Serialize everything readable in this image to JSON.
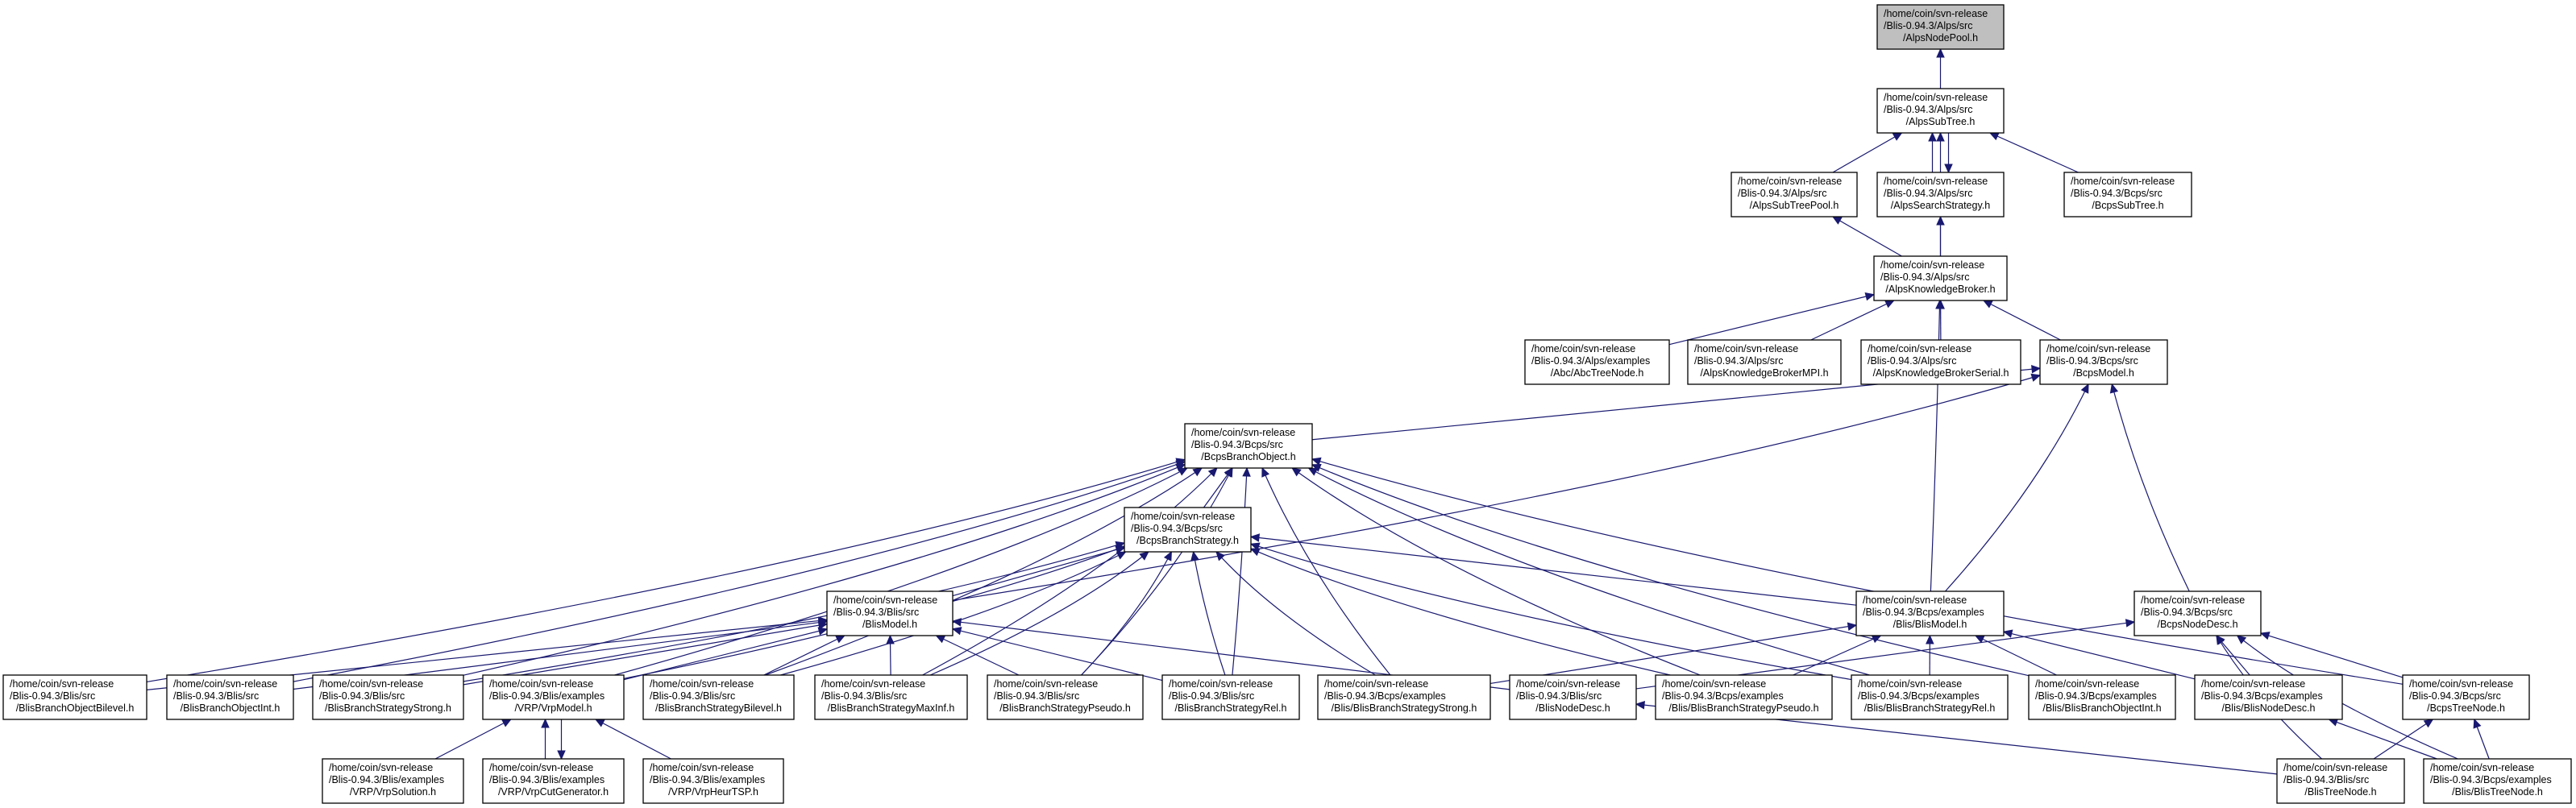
{
  "title": "Include dependency graph for AlpsNodePool.h",
  "arrow_color": "#191970",
  "root_fill": "#bfbfbf",
  "nodes": [
    {
      "id": "AlpsNodePool",
      "lines": [
        "/home/coin/svn-release",
        "/Blis-0.94.3/Alps/src",
        "/AlpsNodePool.h"
      ],
      "root": true
    },
    {
      "id": "AlpsSubTree",
      "lines": [
        "/home/coin/svn-release",
        "/Blis-0.94.3/Alps/src",
        "/AlpsSubTree.h"
      ]
    },
    {
      "id": "AlpsSubTreePool",
      "lines": [
        "/home/coin/svn-release",
        "/Blis-0.94.3/Alps/src",
        "/AlpsSubTreePool.h"
      ]
    },
    {
      "id": "AlpsSearchStrategy",
      "lines": [
        "/home/coin/svn-release",
        "/Blis-0.94.3/Alps/src",
        "/AlpsSearchStrategy.h"
      ]
    },
    {
      "id": "BcpsSubTree",
      "lines": [
        "/home/coin/svn-release",
        "/Blis-0.94.3/Bcps/src",
        "/BcpsSubTree.h"
      ]
    },
    {
      "id": "AlpsKnowledgeBroker",
      "lines": [
        "/home/coin/svn-release",
        "/Blis-0.94.3/Alps/src",
        "/AlpsKnowledgeBroker.h"
      ]
    },
    {
      "id": "AbcTreeNode",
      "lines": [
        "/home/coin/svn-release",
        "/Blis-0.94.3/Alps/examples",
        "/Abc/AbcTreeNode.h"
      ]
    },
    {
      "id": "AlpsKnowledgeBrokerMPI",
      "lines": [
        "/home/coin/svn-release",
        "/Blis-0.94.3/Alps/src",
        "/AlpsKnowledgeBrokerMPI.h"
      ]
    },
    {
      "id": "AlpsKnowledgeBrokerSerial",
      "lines": [
        "/home/coin/svn-release",
        "/Blis-0.94.3/Alps/src",
        "/AlpsKnowledgeBrokerSerial.h"
      ]
    },
    {
      "id": "BcpsModel",
      "lines": [
        "/home/coin/svn-release",
        "/Blis-0.94.3/Bcps/src",
        "/BcpsModel.h"
      ]
    },
    {
      "id": "BcpsBranchObject",
      "lines": [
        "/home/coin/svn-release",
        "/Blis-0.94.3/Bcps/src",
        "/BcpsBranchObject.h"
      ]
    },
    {
      "id": "BcpsBranchStrategy",
      "lines": [
        "/home/coin/svn-release",
        "/Blis-0.94.3/Bcps/src",
        "/BcpsBranchStrategy.h"
      ]
    },
    {
      "id": "BlisModel",
      "lines": [
        "/home/coin/svn-release",
        "/Blis-0.94.3/Blis/src",
        "/BlisModel.h"
      ]
    },
    {
      "id": "ExBlisModel",
      "lines": [
        "/home/coin/svn-release",
        "/Blis-0.94.3/Bcps/examples",
        "/Blis/BlisModel.h"
      ]
    },
    {
      "id": "BcpsNodeDesc",
      "lines": [
        "/home/coin/svn-release",
        "/Blis-0.94.3/Bcps/src",
        "/BcpsNodeDesc.h"
      ]
    },
    {
      "id": "BlisBranchObjectBilevel",
      "lines": [
        "/home/coin/svn-release",
        "/Blis-0.94.3/Blis/src",
        "/BlisBranchObjectBilevel.h"
      ]
    },
    {
      "id": "BlisBranchObjectInt",
      "lines": [
        "/home/coin/svn-release",
        "/Blis-0.94.3/Blis/src",
        "/BlisBranchObjectInt.h"
      ]
    },
    {
      "id": "BlisBranchStrategyStrong",
      "lines": [
        "/home/coin/svn-release",
        "/Blis-0.94.3/Blis/src",
        "/BlisBranchStrategyStrong.h"
      ]
    },
    {
      "id": "VrpModel",
      "lines": [
        "/home/coin/svn-release",
        "/Blis-0.94.3/Blis/examples",
        "/VRP/VrpModel.h"
      ]
    },
    {
      "id": "BlisBranchStrategyBilevel",
      "lines": [
        "/home/coin/svn-release",
        "/Blis-0.94.3/Blis/src",
        "/BlisBranchStrategyBilevel.h"
      ]
    },
    {
      "id": "BlisBranchStrategyMaxInf",
      "lines": [
        "/home/coin/svn-release",
        "/Blis-0.94.3/Blis/src",
        "/BlisBranchStrategyMaxInf.h"
      ]
    },
    {
      "id": "BlisBranchStrategyPseudo",
      "lines": [
        "/home/coin/svn-release",
        "/Blis-0.94.3/Blis/src",
        "/BlisBranchStrategyPseudo.h"
      ]
    },
    {
      "id": "BlisBranchStrategyRel",
      "lines": [
        "/home/coin/svn-release",
        "/Blis-0.94.3/Blis/src",
        "/BlisBranchStrategyRel.h"
      ]
    },
    {
      "id": "ExBlisBranchStrategyStrong",
      "lines": [
        "/home/coin/svn-release",
        "/Blis-0.94.3/Bcps/examples",
        "/Blis/BlisBranchStrategyStrong.h"
      ]
    },
    {
      "id": "BlisNodeDesc",
      "lines": [
        "/home/coin/svn-release",
        "/Blis-0.94.3/Blis/src",
        "/BlisNodeDesc.h"
      ]
    },
    {
      "id": "ExBlisBranchStrategyPseudo",
      "lines": [
        "/home/coin/svn-release",
        "/Blis-0.94.3/Bcps/examples",
        "/Blis/BlisBranchStrategyPseudo.h"
      ]
    },
    {
      "id": "ExBlisBranchStrategyRel",
      "lines": [
        "/home/coin/svn-release",
        "/Blis-0.94.3/Bcps/examples",
        "/Blis/BlisBranchStrategyRel.h"
      ]
    },
    {
      "id": "ExBlisBranchObjectInt",
      "lines": [
        "/home/coin/svn-release",
        "/Blis-0.94.3/Bcps/examples",
        "/Blis/BlisBranchObjectInt.h"
      ]
    },
    {
      "id": "ExBlisNodeDesc",
      "lines": [
        "/home/coin/svn-release",
        "/Blis-0.94.3/Bcps/examples",
        "/Blis/BlisNodeDesc.h"
      ]
    },
    {
      "id": "BcpsTreeNode",
      "lines": [
        "/home/coin/svn-release",
        "/Blis-0.94.3/Bcps/src",
        "/BcpsTreeNode.h"
      ]
    },
    {
      "id": "VrpSolution",
      "lines": [
        "/home/coin/svn-release",
        "/Blis-0.94.3/Blis/examples",
        "/VRP/VrpSolution.h"
      ]
    },
    {
      "id": "VrpCutGenerator",
      "lines": [
        "/home/coin/svn-release",
        "/Blis-0.94.3/Blis/examples",
        "/VRP/VrpCutGenerator.h"
      ]
    },
    {
      "id": "VrpHeurTSP",
      "lines": [
        "/home/coin/svn-release",
        "/Blis-0.94.3/Blis/examples",
        "/VRP/VrpHeurTSP.h"
      ]
    },
    {
      "id": "BlisTreeNode",
      "lines": [
        "/home/coin/svn-release",
        "/Blis-0.94.3/Blis/src",
        "/BlisTreeNode.h"
      ]
    },
    {
      "id": "ExBlisTreeNode",
      "lines": [
        "/home/coin/svn-release",
        "/Blis-0.94.3/Bcps/examples",
        "/Blis/BlisTreeNode.h"
      ]
    }
  ],
  "edges": [
    [
      "AlpsSubTree",
      "AlpsNodePool"
    ],
    [
      "AlpsSubTreePool",
      "AlpsSubTree"
    ],
    [
      "AlpsSearchStrategy",
      "AlpsSubTree"
    ],
    [
      "AlpsSubTree",
      "AlpsSearchStrategy"
    ],
    [
      "AlpsKnowledgeBroker",
      "AlpsSubTree"
    ],
    [
      "BcpsSubTree",
      "AlpsSubTree"
    ],
    [
      "AlpsKnowledgeBroker",
      "AlpsSubTreePool"
    ],
    [
      "AlpsKnowledgeBroker",
      "AlpsSearchStrategy"
    ],
    [
      "AbcTreeNode",
      "AlpsKnowledgeBroker"
    ],
    [
      "AlpsKnowledgeBrokerMPI",
      "AlpsKnowledgeBroker"
    ],
    [
      "AlpsKnowledgeBrokerSerial",
      "AlpsKnowledgeBroker"
    ],
    [
      "BcpsModel",
      "AlpsKnowledgeBroker"
    ],
    [
      "ExBlisModel",
      "AlpsKnowledgeBroker"
    ],
    [
      "BcpsBranchObject",
      "BcpsModel"
    ],
    [
      "BlisModel",
      "BcpsModel"
    ],
    [
      "ExBlisModel",
      "BcpsModel"
    ],
    [
      "BcpsNodeDesc",
      "BcpsModel"
    ],
    [
      "BcpsBranchStrategy",
      "BcpsBranchObject"
    ],
    [
      "BlisBranchObjectBilevel",
      "BcpsBranchObject"
    ],
    [
      "BlisBranchObjectInt",
      "BcpsBranchObject"
    ],
    [
      "BlisBranchStrategyStrong",
      "BcpsBranchObject"
    ],
    [
      "VrpModel",
      "BcpsBranchObject"
    ],
    [
      "BlisBranchStrategyBilevel",
      "BcpsBranchObject"
    ],
    [
      "BlisBranchStrategyMaxInf",
      "BcpsBranchObject"
    ],
    [
      "BlisBranchStrategyPseudo",
      "BcpsBranchObject"
    ],
    [
      "BlisBranchStrategyRel",
      "BcpsBranchObject"
    ],
    [
      "ExBlisBranchStrategyStrong",
      "BcpsBranchObject"
    ],
    [
      "ExBlisBranchStrategyPseudo",
      "BcpsBranchObject"
    ],
    [
      "ExBlisBranchStrategyRel",
      "BcpsBranchObject"
    ],
    [
      "ExBlisBranchObjectInt",
      "BcpsBranchObject"
    ],
    [
      "BcpsTreeNode",
      "BcpsBranchObject"
    ],
    [
      "BlisModel",
      "BcpsBranchStrategy"
    ],
    [
      "ExBlisModel",
      "BcpsBranchStrategy"
    ],
    [
      "BlisBranchStrategyStrong",
      "BcpsBranchStrategy"
    ],
    [
      "VrpModel",
      "BcpsBranchStrategy"
    ],
    [
      "BlisBranchStrategyBilevel",
      "BcpsBranchStrategy"
    ],
    [
      "BlisBranchStrategyMaxInf",
      "BcpsBranchStrategy"
    ],
    [
      "BlisBranchStrategyPseudo",
      "BcpsBranchStrategy"
    ],
    [
      "BlisBranchStrategyRel",
      "BcpsBranchStrategy"
    ],
    [
      "ExBlisBranchStrategyStrong",
      "BcpsBranchStrategy"
    ],
    [
      "ExBlisBranchStrategyPseudo",
      "BcpsBranchStrategy"
    ],
    [
      "ExBlisBranchStrategyRel",
      "BcpsBranchStrategy"
    ],
    [
      "BlisBranchObjectBilevel",
      "BlisModel"
    ],
    [
      "BlisBranchObjectInt",
      "BlisModel"
    ],
    [
      "BlisBranchStrategyStrong",
      "BlisModel"
    ],
    [
      "VrpModel",
      "BlisModel"
    ],
    [
      "BlisBranchStrategyBilevel",
      "BlisModel"
    ],
    [
      "BlisBranchStrategyMaxInf",
      "BlisModel"
    ],
    [
      "BlisBranchStrategyPseudo",
      "BlisModel"
    ],
    [
      "BlisBranchStrategyRel",
      "BlisModel"
    ],
    [
      "BlisNodeDesc",
      "BlisModel"
    ],
    [
      "ExBlisBranchStrategyStrong",
      "ExBlisModel"
    ],
    [
      "ExBlisBranchStrategyPseudo",
      "ExBlisModel"
    ],
    [
      "ExBlisBranchStrategyRel",
      "ExBlisModel"
    ],
    [
      "ExBlisBranchObjectInt",
      "ExBlisModel"
    ],
    [
      "ExBlisNodeDesc",
      "ExBlisModel"
    ],
    [
      "BlisNodeDesc",
      "BcpsNodeDesc"
    ],
    [
      "ExBlisNodeDesc",
      "BcpsNodeDesc"
    ],
    [
      "BcpsTreeNode",
      "BcpsNodeDesc"
    ],
    [
      "BlisTreeNode",
      "BcpsNodeDesc"
    ],
    [
      "ExBlisTreeNode",
      "BcpsNodeDesc"
    ],
    [
      "VrpSolution",
      "VrpModel"
    ],
    [
      "VrpCutGenerator",
      "VrpModel"
    ],
    [
      "VrpModel",
      "VrpCutGenerator"
    ],
    [
      "VrpHeurTSP",
      "VrpModel"
    ],
    [
      "BlisTreeNode",
      "BlisNodeDesc"
    ],
    [
      "BlisTreeNode",
      "BcpsTreeNode"
    ],
    [
      "ExBlisTreeNode",
      "BcpsTreeNode"
    ],
    [
      "ExBlisTreeNode",
      "ExBlisNodeDesc"
    ]
  ]
}
